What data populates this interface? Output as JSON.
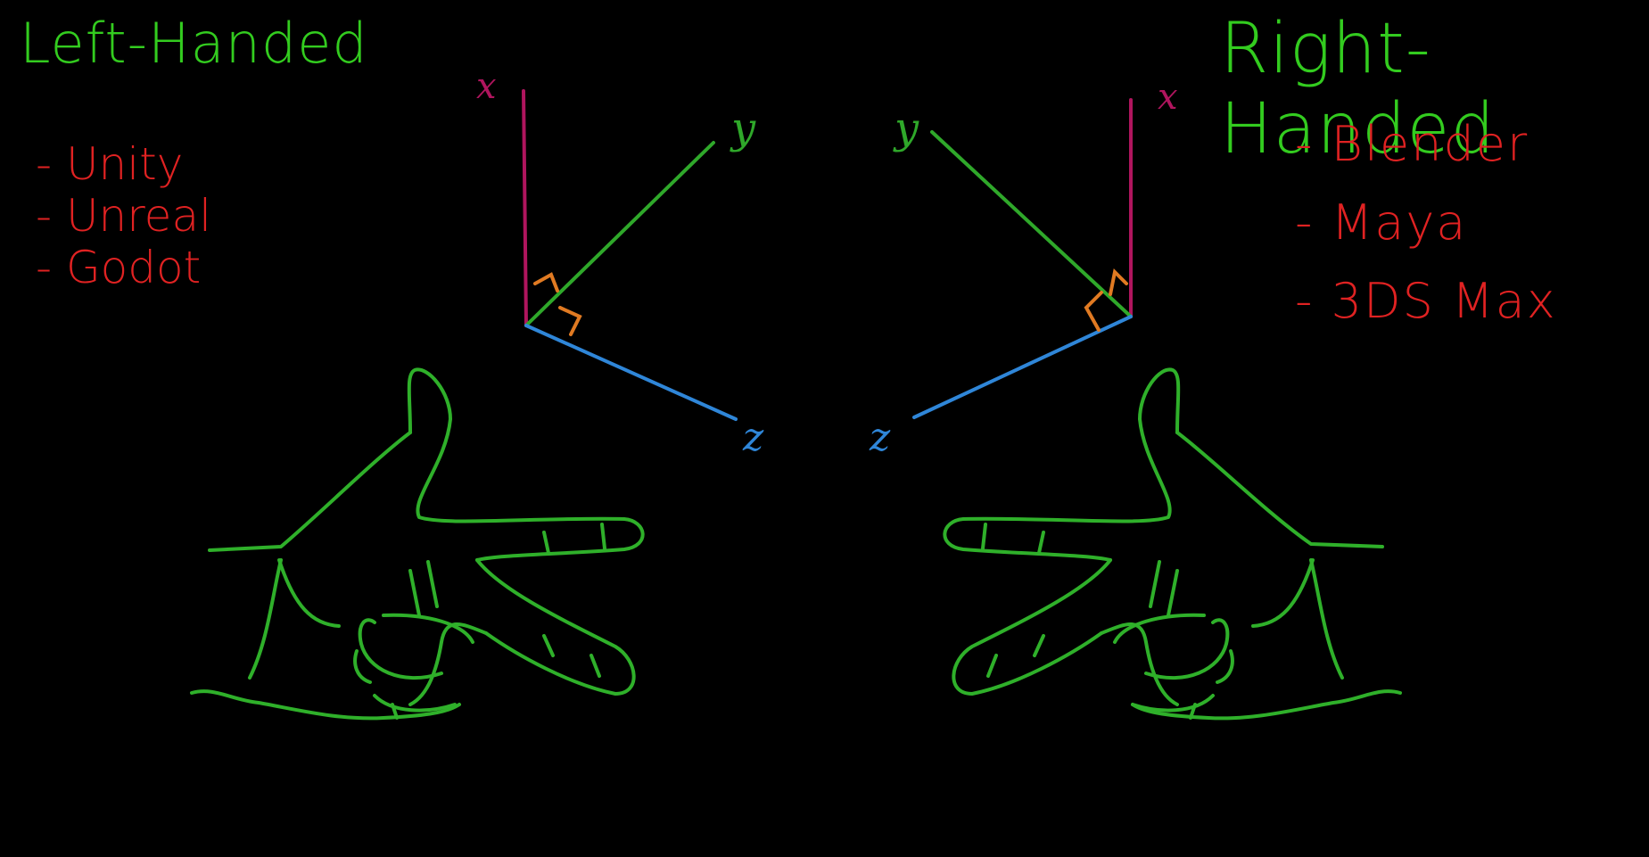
{
  "left": {
    "title": "Left-Handed",
    "engines": [
      "Unity",
      "Unreal",
      "Godot"
    ]
  },
  "right": {
    "title": "Right-Handed",
    "engines": [
      "Blender",
      "Maya",
      "3DS Max"
    ]
  },
  "axes": {
    "x": "x",
    "y": "y",
    "z": "z"
  },
  "colors": {
    "background": "#000000",
    "title": "#33cc1f",
    "list": "#e02222",
    "x_axis": "#b0155e",
    "y_axis": "#2fa82a",
    "z_axis": "#2f86d8",
    "right_angle": "#e07a22",
    "hand": "#2fb02a"
  }
}
